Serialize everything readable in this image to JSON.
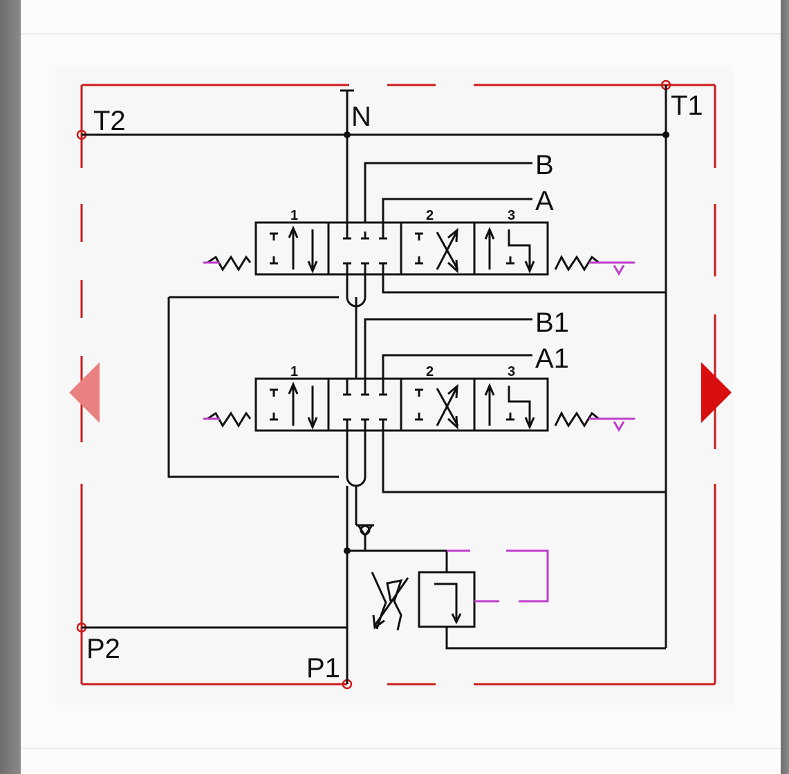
{
  "gallery": {
    "prev_label": "Previous image",
    "next_label": "Next image",
    "colors": {
      "prev_arrow": "#eb8080",
      "next_arrow": "#d90f0f"
    }
  },
  "diagram": {
    "ports": {
      "t2": "T2",
      "n": "N",
      "t1": "T1",
      "b": "B",
      "a": "A",
      "b1": "B1",
      "a1": "A1",
      "p2": "P2",
      "p1": "P1"
    },
    "positions": {
      "one": "1",
      "two": "2",
      "three": "3"
    },
    "colors": {
      "boundary": "#cc1a1a",
      "lines": "#111111",
      "pilot": "#c03ccc"
    }
  }
}
